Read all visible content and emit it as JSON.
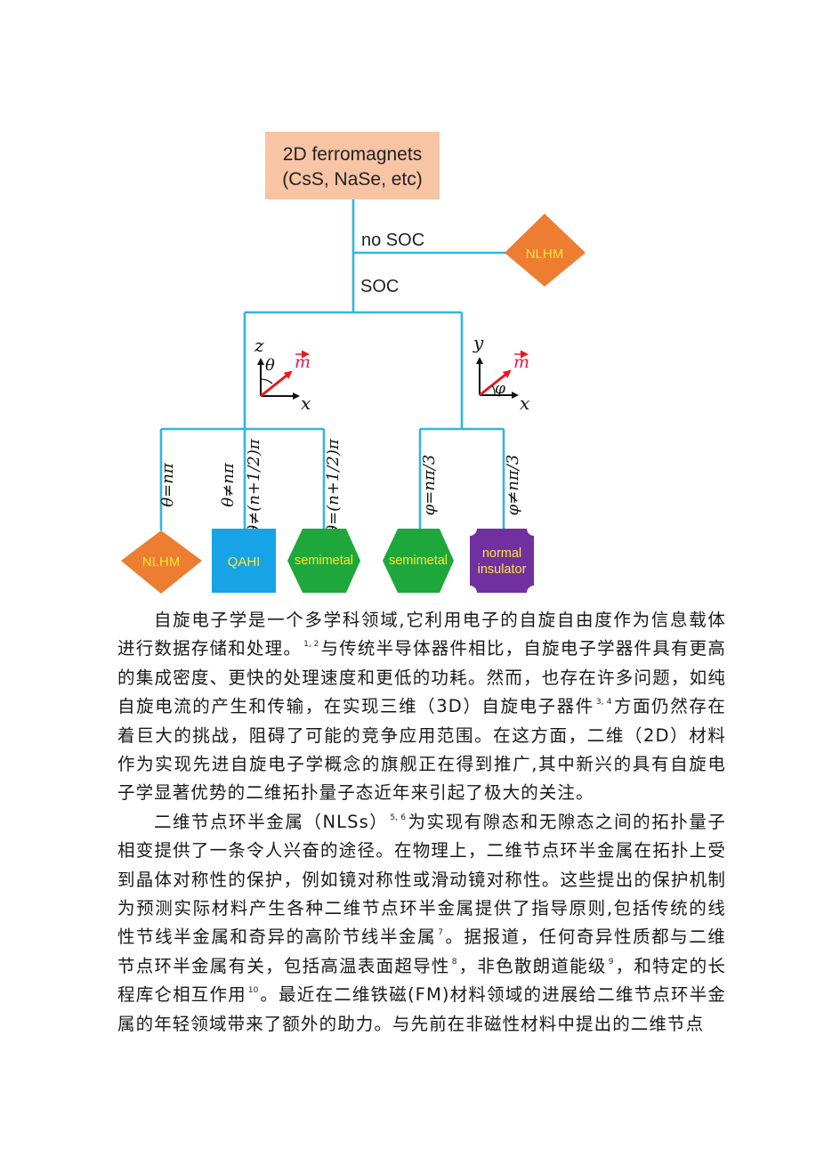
{
  "figure": {
    "root_line1": "2D ferromagnets",
    "root_line2": "(CsS, NaSe, etc)",
    "branch_no_soc": "no SOC",
    "branch_soc": "SOC",
    "nlhm_top": "NLHM",
    "axes_left": {
      "vertical": "z",
      "horizontal": "x",
      "angle": "θ",
      "vector": "m"
    },
    "axes_right": {
      "vertical": "y",
      "horizontal": "x",
      "angle": "φ",
      "vector": "m"
    },
    "conditions": {
      "theta_eq_npi": "θ=nπ",
      "theta_neq_npi": "θ≠nπ",
      "theta_neq_half": "θ≠(n+1/2)π",
      "theta_eq_half": "θ=(n+1/2)π",
      "phi_eq": "φ=nπ/3",
      "phi_neq": "φ≠nπ/3"
    },
    "leaves": {
      "nlhm": "NLHM",
      "qahi": "QAHI",
      "semimetal_left": "semimetal",
      "semimetal_right": "semimetal",
      "normal_insulator_line1": "normal",
      "normal_insulator_line2": "insulator"
    },
    "colors": {
      "root_fill": "#f7c4a5",
      "line": "#33b5e0",
      "nlhm_fill": "#ed7d31",
      "qahi_fill": "#16a4e6",
      "semimetal_fill": "#1ea83c",
      "insulator_fill": "#7030a0",
      "leaf_text": "#ffe833",
      "vector": "#e8191c"
    }
  },
  "paragraphs": [
    [
      {
        "t": "自旋电子学是一个多学科领域,它利用电子的自旋自由度作为信息载体进行数据存储和处理。"
      },
      {
        "sup": "1, 2"
      },
      {
        "t": "与传统半导体器件相比，自旋电子学器件具有更高的集成密度、更快的处理速度和更低的功耗。然而，也存在许多问题，如纯自旋电流的产生和传输，在实现三维（3D）自旋电子器件"
      },
      {
        "sup": "3, 4"
      },
      {
        "t": "方面仍然存在着巨大的挑战，阻碍了可能的竞争应用范围。在这方面，二维（2D）材料作为实现先进自旋电子学概念的旗舰正在得到推广,其中新兴的具有自旋电子学显著优势的二维拓扑量子态近年来引起了极大的关注。"
      }
    ],
    [
      {
        "t": "二维节点环半金属（NLSs）"
      },
      {
        "sup": "5, 6"
      },
      {
        "t": "为实现有隙态和无隙态之间的拓扑量子相变提供了一条令人兴奋的途径。在物理上，二维节点环半金属在拓扑上受到晶体对称性的保护，例如镜对称性或滑动镜对称性。这些提出的保护机制为预测实际材料产生各种二维节点环半金属提供了指导原则,包括传统的线性节线半金属和奇异的高阶节线半金属"
      },
      {
        "sup": "7"
      },
      {
        "t": "。据报道，任何奇异性质都与二维节点环半金属有关，包括高温表面超导性"
      },
      {
        "sup": "8"
      },
      {
        "t": "，非色散朗道能级"
      },
      {
        "sup": "9"
      },
      {
        "t": "，和特定的长程库仑相互作用"
      },
      {
        "sup": "10"
      },
      {
        "t": "。最近在二维铁磁(FM)材料领域的进展给二维节点环半金属的年轻领域带来了额外的助力。与先前在非磁性材料中提出的二维节点"
      }
    ]
  ]
}
